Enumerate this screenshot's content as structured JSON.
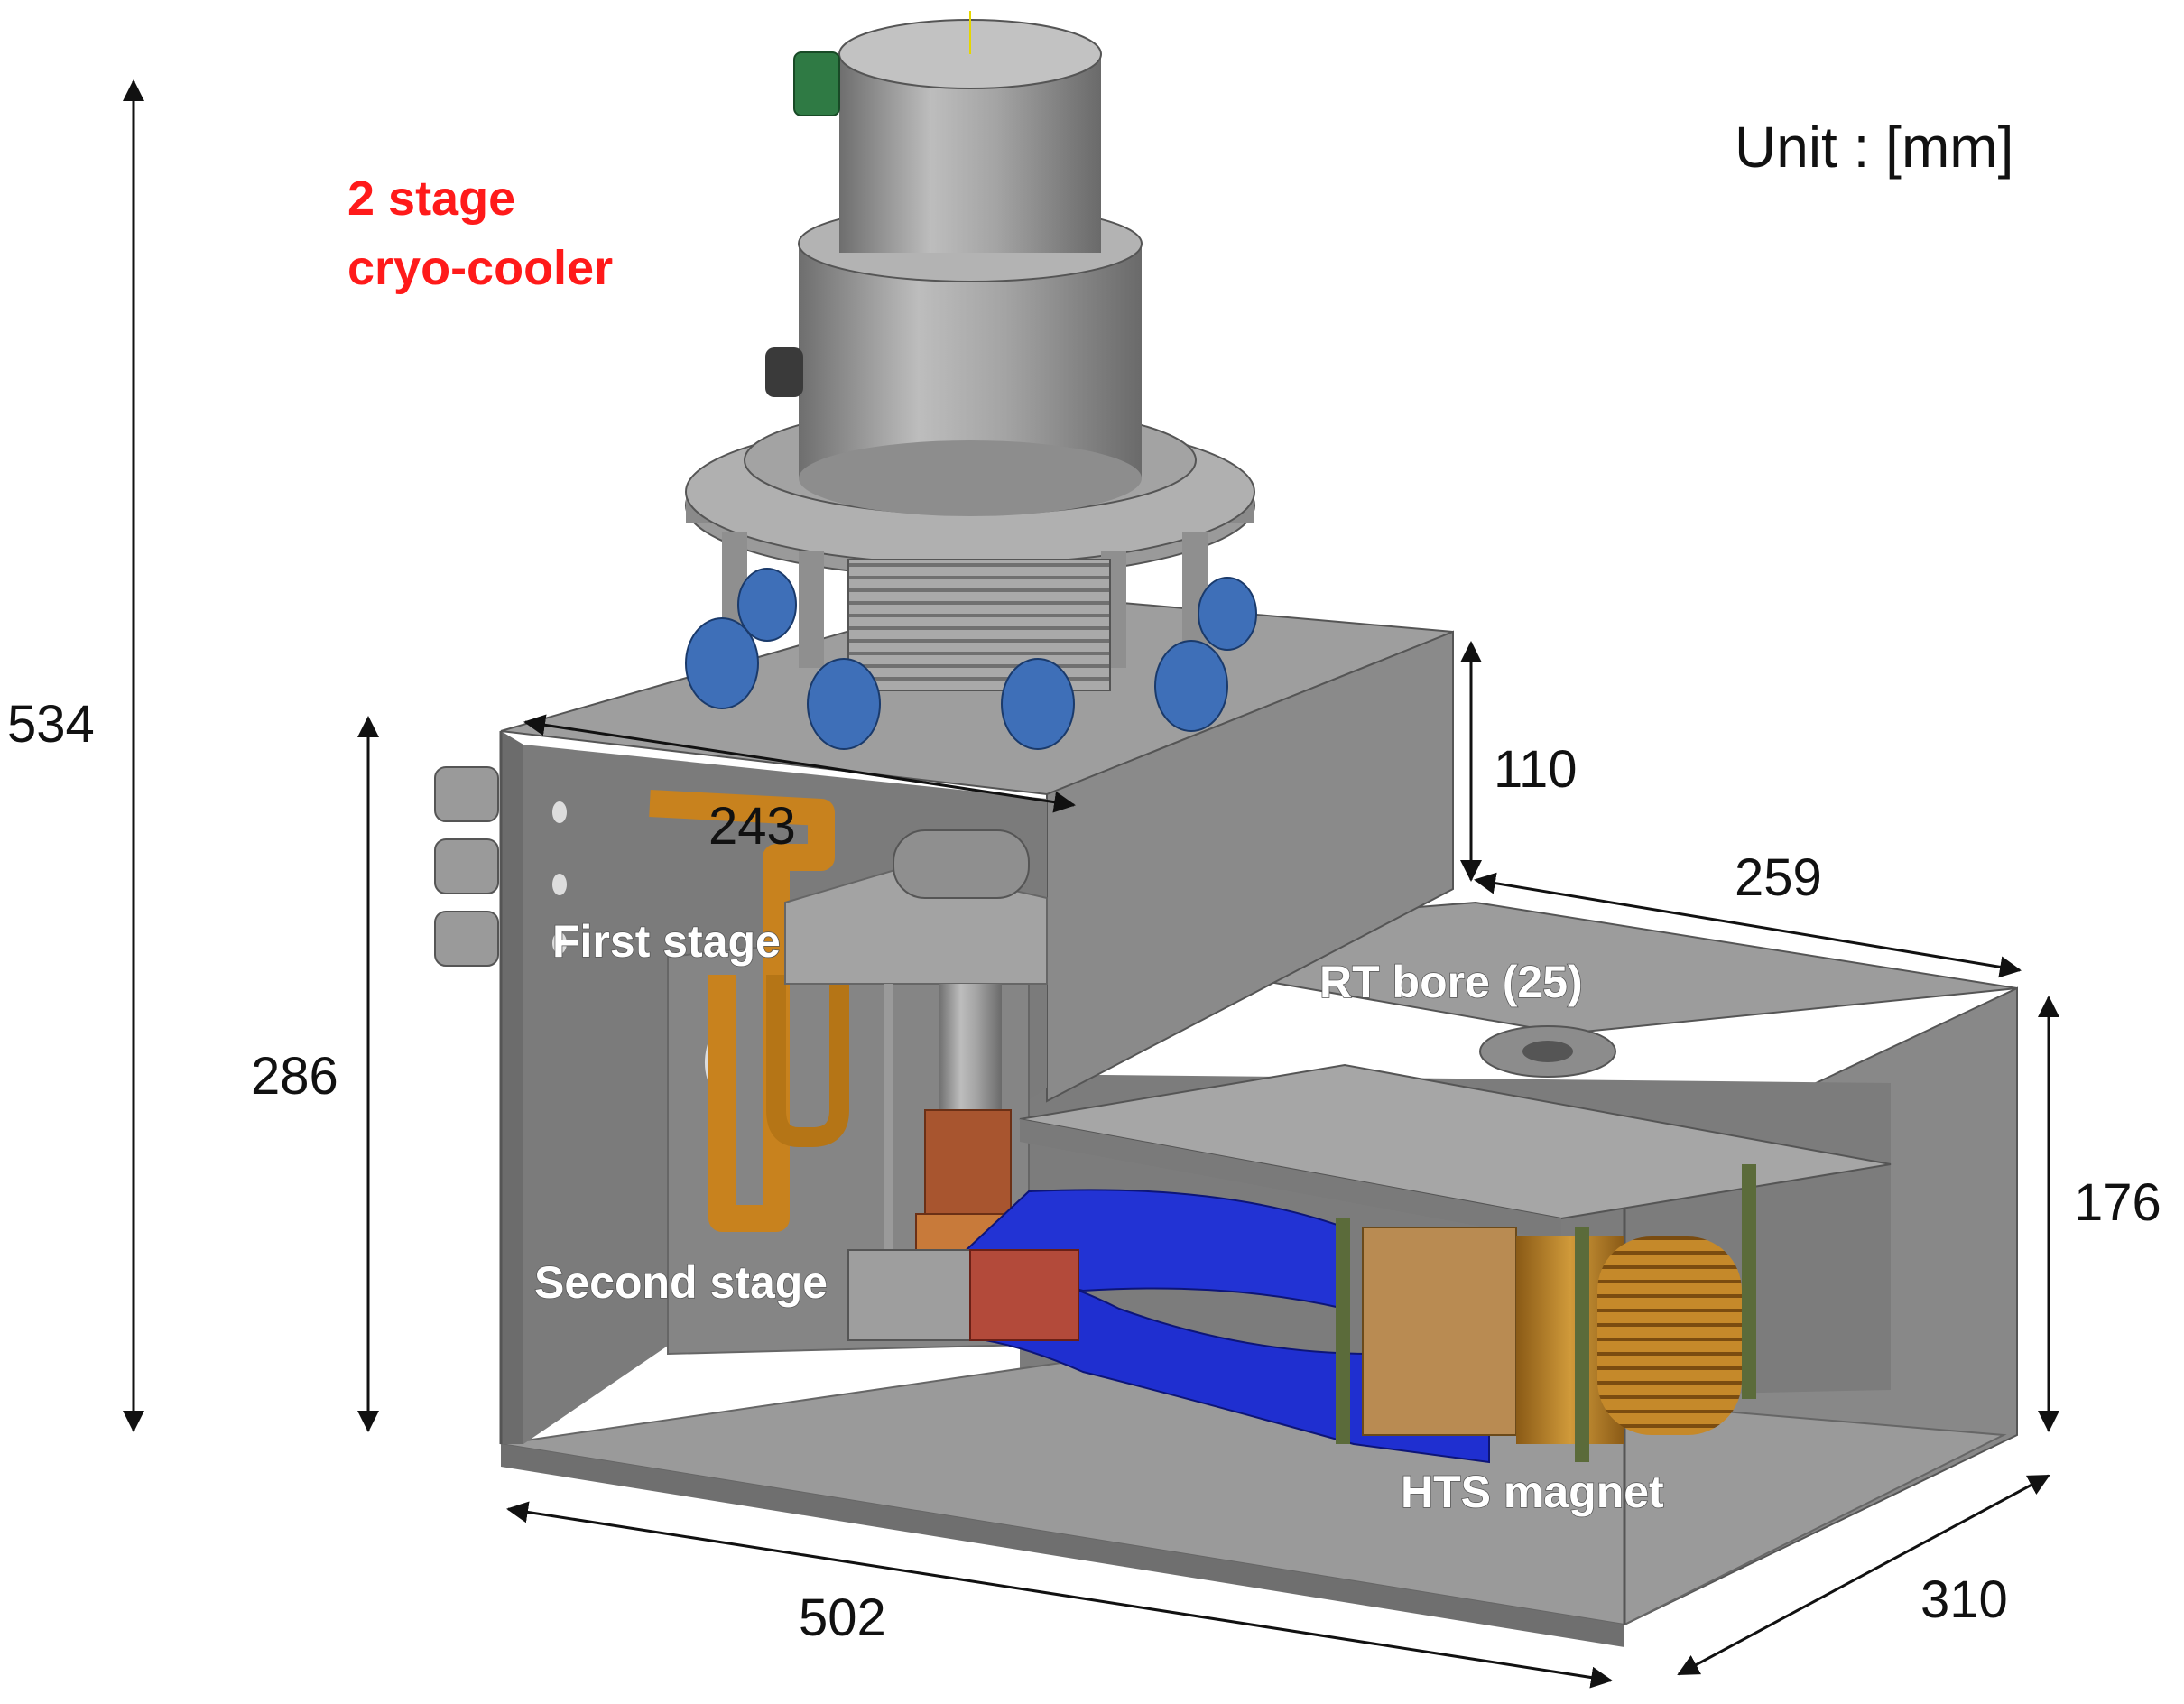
{
  "unit_label": "Unit : [mm]",
  "labels": {
    "cryocooler_line1": "2 stage",
    "cryocooler_line2": "cryo-cooler",
    "first_stage": "First stage",
    "second_stage": "Second stage",
    "rt_bore": "RT bore (25)",
    "hts_magnet": "HTS magnet"
  },
  "dimensions": {
    "total_height": "534",
    "chamber_height": "286",
    "upper_box_height": "110",
    "upper_box_width": "243",
    "lower_box_depth_top": "259",
    "lower_box_height": "176",
    "total_length": "502",
    "total_depth": "310"
  },
  "colors": {
    "label_red": "#ff1a1a",
    "steel_gray": "#8e8e8e",
    "copper_orange": "#c8821e",
    "current_lead_blue": "#1f2fd0",
    "coil_bronze": "#b5781e"
  }
}
